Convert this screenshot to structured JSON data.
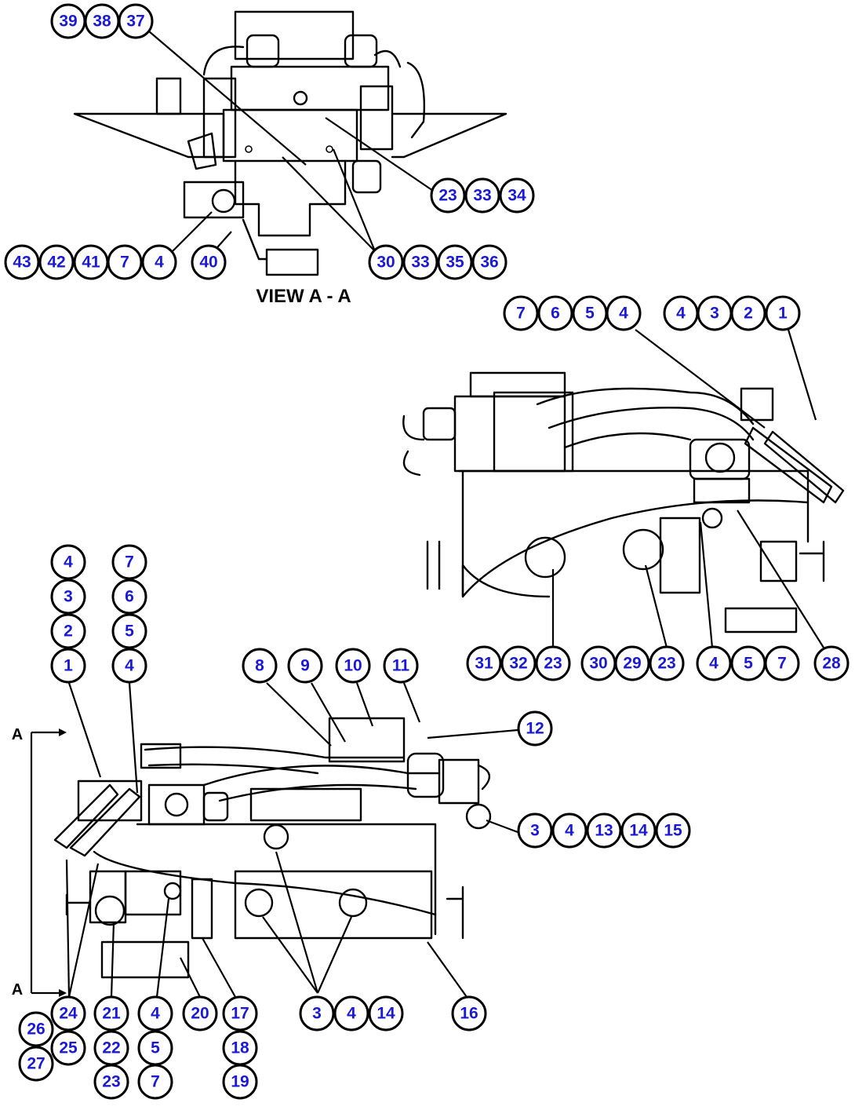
{
  "diagram": {
    "view_label": "VIEW A - A",
    "section_marker": "A",
    "callouts": {
      "c39": "39",
      "c38": "38",
      "c37": "37",
      "c23a": "23",
      "c33a": "33",
      "c34": "34",
      "c43": "43",
      "c42": "42",
      "c41": "41",
      "c7a": "7",
      "c4a": "4",
      "c40": "40",
      "c30a": "30",
      "c33b": "33",
      "c35": "35",
      "c36": "36",
      "c7b": "7",
      "c6a": "6",
      "c5a": "5",
      "c4b": "4",
      "c4c": "4",
      "c3a": "3",
      "c2a": "2",
      "c1a": "1",
      "c31": "31",
      "c32": "32",
      "c23b": "23",
      "c30b": "30",
      "c29": "29",
      "c23c": "23",
      "c4d": "4",
      "c5b": "5",
      "c7c": "7",
      "c28": "28",
      "c4e": "4",
      "c3b": "3",
      "c2b": "2",
      "c1b": "1",
      "c7d": "7",
      "c6b": "6",
      "c5c": "5",
      "c4f": "4",
      "c8": "8",
      "c9": "9",
      "c10": "10",
      "c11": "11",
      "c12": "12",
      "c3c": "3",
      "c4g": "4",
      "c13": "13",
      "c14a": "14",
      "c15": "15",
      "c24": "24",
      "c26": "26",
      "c25": "25",
      "c27": "27",
      "c21": "21",
      "c22": "22",
      "c23d": "23",
      "c4h": "4",
      "c5d": "5",
      "c7e": "7",
      "c20": "20",
      "c17": "17",
      "c18": "18",
      "c19": "19",
      "c3d": "3",
      "c4i": "4",
      "c14b": "14",
      "c16": "16"
    }
  }
}
